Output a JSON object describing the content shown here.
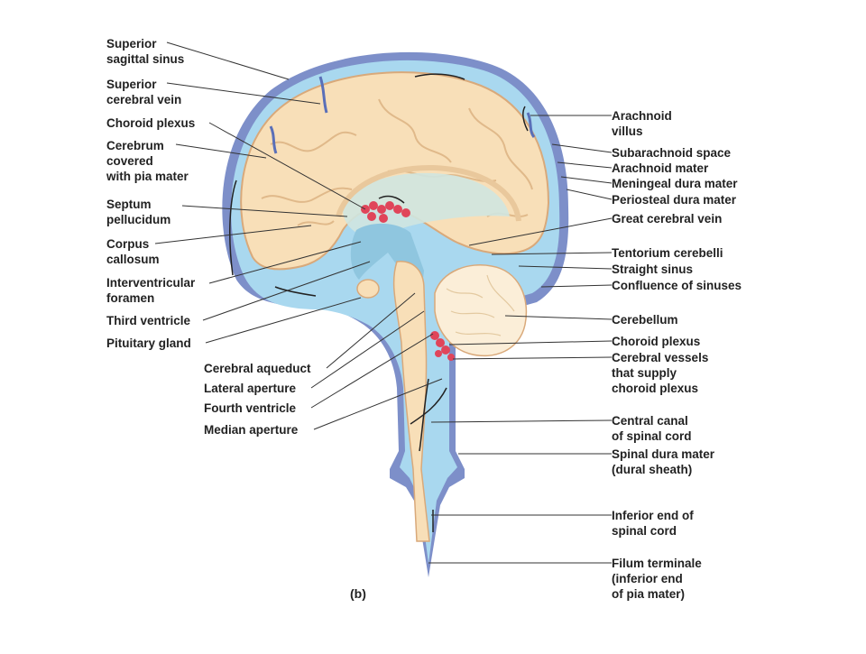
{
  "panel_label": "(b)",
  "labels_left": [
    {
      "id": "superior-sagittal-sinus",
      "lines": [
        "Superior",
        "sagittal sinus"
      ]
    },
    {
      "id": "superior-cerebral-vein",
      "lines": [
        "Superior",
        "cerebral vein"
      ]
    },
    {
      "id": "choroid-plexus-left",
      "lines": [
        "Choroid plexus"
      ]
    },
    {
      "id": "cerebrum",
      "lines": [
        "Cerebrum",
        "covered",
        "with pia mater"
      ]
    },
    {
      "id": "septum-pellucidum",
      "lines": [
        "Septum",
        "pellucidum"
      ]
    },
    {
      "id": "corpus-callosum",
      "lines": [
        "Corpus",
        "callosum"
      ]
    },
    {
      "id": "interventricular-foramen",
      "lines": [
        "Interventricular",
        "foramen"
      ]
    },
    {
      "id": "third-ventricle",
      "lines": [
        "Third ventricle"
      ]
    },
    {
      "id": "pituitary-gland",
      "lines": [
        "Pituitary gland"
      ]
    },
    {
      "id": "cerebral-aqueduct",
      "lines": [
        "Cerebral aqueduct"
      ]
    },
    {
      "id": "lateral-aperture",
      "lines": [
        "Lateral aperture"
      ]
    },
    {
      "id": "fourth-ventricle",
      "lines": [
        "Fourth ventricle"
      ]
    },
    {
      "id": "median-aperture",
      "lines": [
        "Median aperture"
      ]
    }
  ],
  "labels_right": [
    {
      "id": "arachnoid-villus",
      "lines": [
        "Arachnoid",
        "villus"
      ]
    },
    {
      "id": "subarachnoid-space",
      "lines": [
        "Subarachnoid space"
      ]
    },
    {
      "id": "arachnoid-mater",
      "lines": [
        "Arachnoid mater"
      ]
    },
    {
      "id": "meningeal-dura-mater",
      "lines": [
        "Meningeal dura mater"
      ]
    },
    {
      "id": "periosteal-dura-mater",
      "lines": [
        "Periosteal dura mater"
      ]
    },
    {
      "id": "great-cerebral-vein",
      "lines": [
        "Great cerebral vein"
      ]
    },
    {
      "id": "tentorium-cerebelli",
      "lines": [
        "Tentorium cerebelli"
      ]
    },
    {
      "id": "straight-sinus",
      "lines": [
        "Straight sinus"
      ]
    },
    {
      "id": "confluence-of-sinuses",
      "lines": [
        "Confluence of sinuses"
      ]
    },
    {
      "id": "cerebellum",
      "lines": [
        "Cerebellum"
      ]
    },
    {
      "id": "choroid-plexus-right",
      "lines": [
        "Choroid plexus"
      ]
    },
    {
      "id": "cerebral-vessels",
      "lines": [
        "Cerebral vessels",
        "that supply",
        "choroid plexus"
      ]
    },
    {
      "id": "central-canal",
      "lines": [
        "Central canal",
        "of spinal cord"
      ]
    },
    {
      "id": "spinal-dura-mater",
      "lines": [
        "Spinal dura mater",
        "(dural sheath)"
      ]
    },
    {
      "id": "inferior-end-spinal-cord",
      "lines": [
        "Inferior end of",
        "spinal cord"
      ]
    },
    {
      "id": "filum-terminale",
      "lines": [
        "Filum terminale",
        "(inferior end",
        "of pia mater)"
      ]
    }
  ],
  "colors": {
    "dura": "#7d8fc9",
    "csf": "#a9d8ef",
    "brain": "#f8dfb8",
    "brain_outline": "#d9a97a",
    "ventricle": "#9ccfe6",
    "plexus": "#e0455a",
    "leader": "#333333"
  }
}
